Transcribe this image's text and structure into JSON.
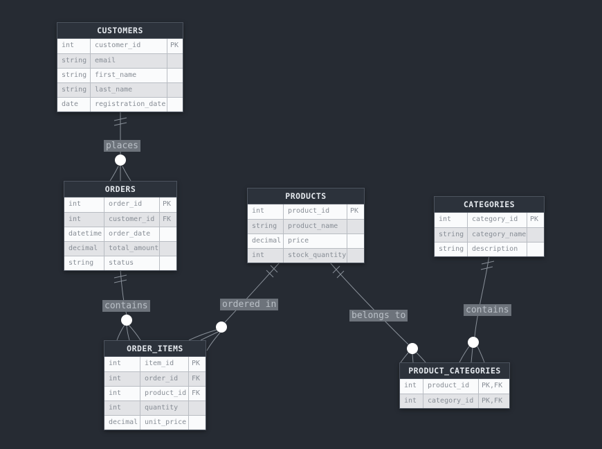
{
  "tables": [
    {
      "name": "CUSTOMERS",
      "fields": [
        {
          "type": "int",
          "name": "customer_id",
          "key": "PK"
        },
        {
          "type": "string",
          "name": "email",
          "key": ""
        },
        {
          "type": "string",
          "name": "first_name",
          "key": ""
        },
        {
          "type": "string",
          "name": "last_name",
          "key": ""
        },
        {
          "type": "date",
          "name": "registration_date",
          "key": ""
        }
      ]
    },
    {
      "name": "ORDERS",
      "fields": [
        {
          "type": "int",
          "name": "order_id",
          "key": "PK"
        },
        {
          "type": "int",
          "name": "customer_id",
          "key": "FK"
        },
        {
          "type": "datetime",
          "name": "order_date",
          "key": ""
        },
        {
          "type": "decimal",
          "name": "total_amount",
          "key": ""
        },
        {
          "type": "string",
          "name": "status",
          "key": ""
        }
      ]
    },
    {
      "name": "PRODUCTS",
      "fields": [
        {
          "type": "int",
          "name": "product_id",
          "key": "PK"
        },
        {
          "type": "string",
          "name": "product_name",
          "key": ""
        },
        {
          "type": "decimal",
          "name": "price",
          "key": ""
        },
        {
          "type": "int",
          "name": "stock_quantity",
          "key": ""
        }
      ]
    },
    {
      "name": "CATEGORIES",
      "fields": [
        {
          "type": "int",
          "name": "category_id",
          "key": "PK"
        },
        {
          "type": "string",
          "name": "category_name",
          "key": ""
        },
        {
          "type": "string",
          "name": "description",
          "key": ""
        }
      ]
    },
    {
      "name": "ORDER_ITEMS",
      "fields": [
        {
          "type": "int",
          "name": "item_id",
          "key": "PK"
        },
        {
          "type": "int",
          "name": "order_id",
          "key": "FK"
        },
        {
          "type": "int",
          "name": "product_id",
          "key": "FK"
        },
        {
          "type": "int",
          "name": "quantity",
          "key": ""
        },
        {
          "type": "decimal",
          "name": "unit_price",
          "key": ""
        }
      ]
    },
    {
      "name": "PRODUCT_CATEGORIES",
      "fields": [
        {
          "type": "int",
          "name": "product_id",
          "key": "PK,FK"
        },
        {
          "type": "int",
          "name": "category_id",
          "key": "PK,FK"
        }
      ]
    }
  ],
  "relationships": [
    {
      "label": "places",
      "from": "CUSTOMERS",
      "to": "ORDERS",
      "from_cardinality": "exactly-one",
      "to_cardinality": "zero-or-many"
    },
    {
      "label": "contains",
      "from": "ORDERS",
      "to": "ORDER_ITEMS",
      "from_cardinality": "exactly-one",
      "to_cardinality": "zero-or-many"
    },
    {
      "label": "ordered in",
      "from": "PRODUCTS",
      "to": "ORDER_ITEMS",
      "from_cardinality": "exactly-one",
      "to_cardinality": "zero-or-many"
    },
    {
      "label": "belongs to",
      "from": "PRODUCTS",
      "to": "PRODUCT_CATEGORIES",
      "from_cardinality": "exactly-one",
      "to_cardinality": "zero-or-many"
    },
    {
      "label": "contains",
      "from": "CATEGORIES",
      "to": "PRODUCT_CATEGORIES",
      "from_cardinality": "exactly-one",
      "to_cardinality": "zero-or-many"
    }
  ],
  "colors": {
    "background": "#262b33",
    "entity_header_bg": "#2c323b",
    "entity_header_text": "#e4e8ed",
    "row_light": "#fafbfc",
    "row_dark": "#e2e3e6",
    "row_text": "#878d95",
    "cell_border": "#b8bcc2",
    "connector": "#8a919a",
    "connector_dot": "#ffffff",
    "label_bg": "#6d737b",
    "label_text": "#bac0c7"
  }
}
